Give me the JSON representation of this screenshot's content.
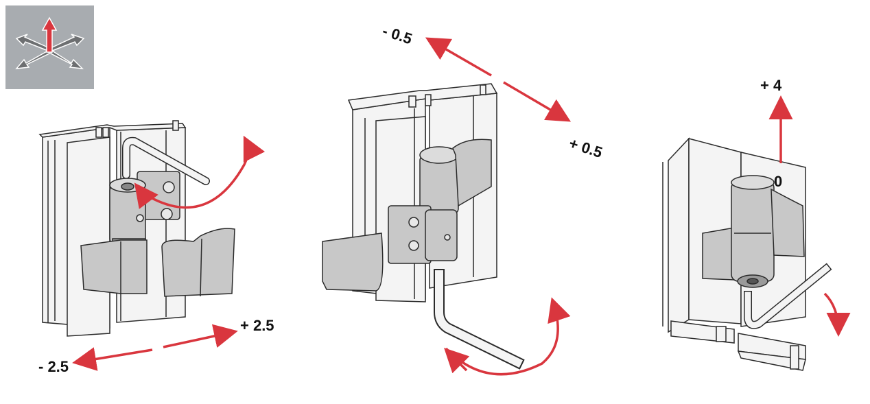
{
  "colors": {
    "arrow": "#d9363e",
    "frame_fill": "#f4f4f4",
    "frame_stroke": "#2a2a2a",
    "hinge_fill": "#c8c8c8",
    "badge_bg": "#a8acb0",
    "badge_arrow": "#6d6f71"
  },
  "adjustments": {
    "horizontal": {
      "minus": "- 2.5",
      "plus": "+ 2.5"
    },
    "compression": {
      "minus": "- 0.5",
      "plus": "+ 0.5"
    },
    "height": {
      "zero": "0",
      "plus": "+ 4"
    }
  },
  "icons": [
    "3d-axes-icon",
    "hex-key-icon",
    "rotation-arrow-icon"
  ]
}
